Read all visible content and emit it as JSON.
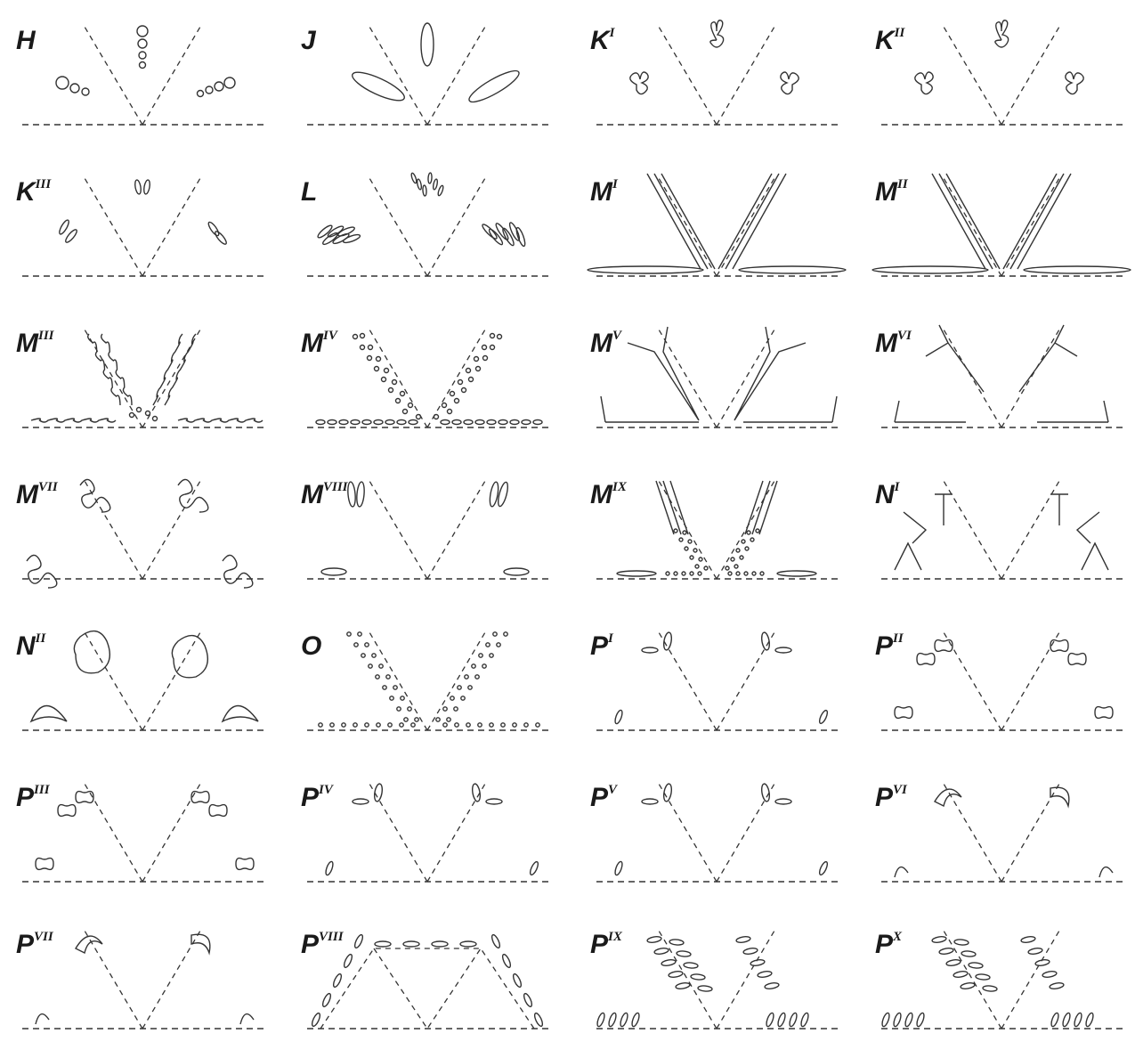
{
  "plate": {
    "panels": [
      {
        "id": "H",
        "base": "H",
        "sup": "",
        "kind": "circles"
      },
      {
        "id": "J",
        "base": "J",
        "sup": "",
        "kind": "clubs"
      },
      {
        "id": "K1",
        "base": "K",
        "sup": "I",
        "kind": "branched"
      },
      {
        "id": "K2",
        "base": "K",
        "sup": "II",
        "kind": "branched"
      },
      {
        "id": "K3",
        "base": "K",
        "sup": "III",
        "kind": "pairs"
      },
      {
        "id": "L",
        "base": "L",
        "sup": "",
        "kind": "clusters"
      },
      {
        "id": "M1",
        "base": "M",
        "sup": "I",
        "kind": "long-parallel"
      },
      {
        "id": "M2",
        "base": "M",
        "sup": "II",
        "kind": "long-parallel"
      },
      {
        "id": "M3",
        "base": "M",
        "sup": "III",
        "kind": "wavy-long"
      },
      {
        "id": "M4",
        "base": "M",
        "sup": "IV",
        "kind": "dotted-rows"
      },
      {
        "id": "M5",
        "base": "M",
        "sup": "V",
        "kind": "hooked-long"
      },
      {
        "id": "M6",
        "base": "M",
        "sup": "VI",
        "kind": "hooked-short"
      },
      {
        "id": "M7",
        "base": "M",
        "sup": "VII",
        "kind": "tangled"
      },
      {
        "id": "M8",
        "base": "M",
        "sup": "VIII",
        "kind": "short-pairs"
      },
      {
        "id": "M9",
        "base": "M",
        "sup": "IX",
        "kind": "rods-and-dots"
      },
      {
        "id": "N1",
        "base": "N",
        "sup": "I",
        "kind": "t-shapes"
      },
      {
        "id": "N2",
        "base": "N",
        "sup": "II",
        "kind": "blobs"
      },
      {
        "id": "O",
        "base": "O",
        "sup": "",
        "kind": "dots-only"
      },
      {
        "id": "P1",
        "base": "P",
        "sup": "I",
        "kind": "ovals"
      },
      {
        "id": "P2",
        "base": "P",
        "sup": "II",
        "kind": "dumbbells"
      },
      {
        "id": "P3",
        "base": "P",
        "sup": "III",
        "kind": "dumbbells"
      },
      {
        "id": "P4",
        "base": "P",
        "sup": "IV",
        "kind": "ovals"
      },
      {
        "id": "P5",
        "base": "P",
        "sup": "V",
        "kind": "ovals"
      },
      {
        "id": "P6",
        "base": "P",
        "sup": "VI",
        "kind": "bent"
      },
      {
        "id": "P7",
        "base": "P",
        "sup": "VII",
        "kind": "bent"
      },
      {
        "id": "P8",
        "base": "P",
        "sup": "VIII",
        "kind": "trapezoid"
      },
      {
        "id": "P9",
        "base": "P",
        "sup": "IX",
        "kind": "many-ovals"
      },
      {
        "id": "P10",
        "base": "P",
        "sup": "X",
        "kind": "many-ovals"
      }
    ]
  }
}
